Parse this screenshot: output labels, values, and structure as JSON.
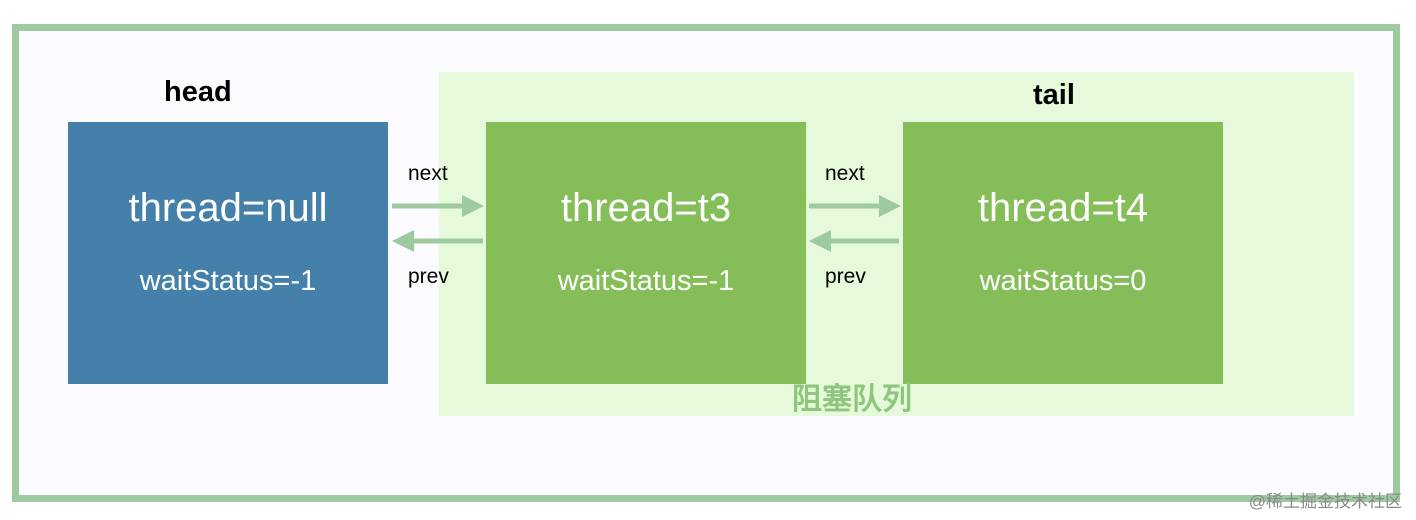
{
  "nodes": {
    "head": {
      "label": "head",
      "thread": "thread=null",
      "wait_status": "waitStatus=-1"
    },
    "t3": {
      "thread": "thread=t3",
      "wait_status": "waitStatus=-1"
    },
    "t4": {
      "label": "tail",
      "thread": "thread=t4",
      "wait_status": "waitStatus=0"
    }
  },
  "links": [
    {
      "next": "next",
      "prev": "prev"
    },
    {
      "next": "next",
      "prev": "prev"
    }
  ],
  "queue_label": "阻塞队列",
  "watermark": "@稀土掘金技术社区",
  "colors": {
    "frame_border": "#9dcb9f",
    "head_node": "#4580aa",
    "queue_node": "#85bd58",
    "queue_region": "#e6fadb",
    "arrow": "#9dcb9f",
    "queue_label": "#8ec67c"
  }
}
